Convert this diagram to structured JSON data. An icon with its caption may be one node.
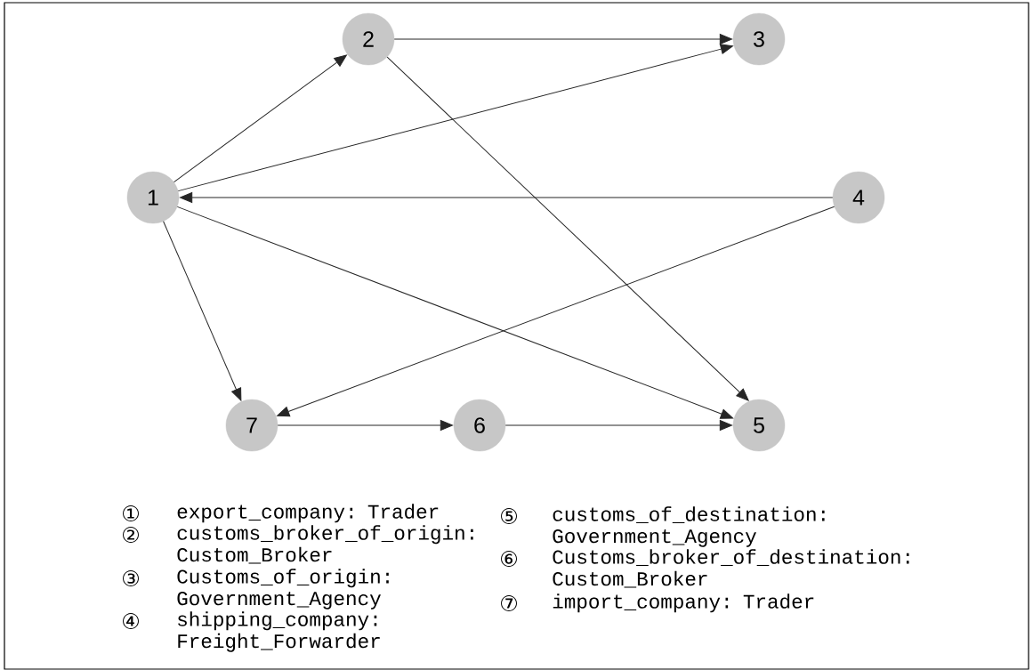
{
  "diagram": {
    "nodes": [
      {
        "text": [
          "2"
        ]
      },
      {
        "text": [
          "3"
        ]
      },
      {
        "text": [
          "1"
        ]
      },
      {
        "text": [
          "4"
        ]
      },
      {
        "text": [
          "7"
        ]
      },
      {
        "text": [
          "6"
        ]
      },
      {
        "text": [
          "5"
        ]
      }
    ],
    "edges": [
      {
        "from": 2,
        "to": 0,
        "arrow": "to"
      },
      {
        "from": 0,
        "to": 1,
        "arrow": "to"
      },
      {
        "from": 2,
        "to": 1,
        "arrow": "to"
      },
      {
        "from": 0,
        "to": 6,
        "arrow": "to"
      },
      {
        "from": 3,
        "to": 2,
        "arrow": "to"
      },
      {
        "from": 3,
        "to": 4,
        "arrow": "to"
      },
      {
        "from": 2,
        "to": 6,
        "arrow": "to"
      },
      {
        "from": 2,
        "to": 4,
        "arrow": "to"
      },
      {
        "from": 4,
        "to": 5,
        "arrow": "to"
      },
      {
        "from": 5,
        "to": 6,
        "arrow": "to"
      }
    ],
    "labels": [
      "①",
      "export_company: Trader",
      "②",
      "customs_broker_of_origin: Custom_Broker",
      "③",
      "Customs_of_origin: Government_Agency",
      "④",
      "shipping_company: Freight_Forwarder",
      "⑤",
      "customs_of_destination: Government_Agency",
      "⑥",
      "Customs_broker_of_destination: Custom_Broker",
      "⑦",
      "import_company: Trader"
    ]
  }
}
